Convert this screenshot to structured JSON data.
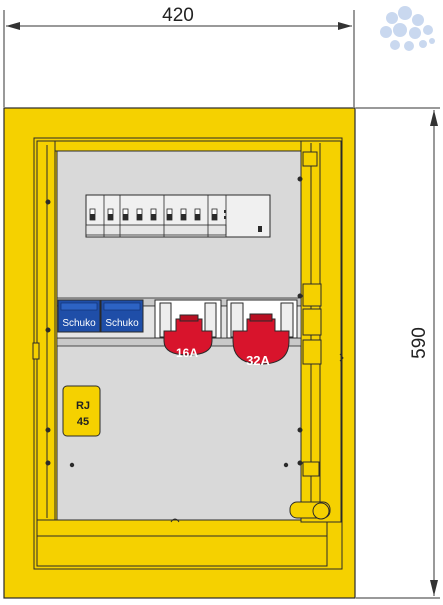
{
  "dimensions": {
    "width_label": "420",
    "height_label": "590"
  },
  "sockets": {
    "schuko_1": "Schuko",
    "schuko_2": "Schuko",
    "cee_small": "16A",
    "cee_large": "32A"
  },
  "data_outlet": {
    "line1": "RJ",
    "line2": "45"
  },
  "logo": {
    "name": "eplan-cloud-logo",
    "color": "#c9d8ef"
  },
  "colors": {
    "enclosure_yellow": "#f5d100",
    "outline": "#2a2a2a",
    "panel_gray": "#d9d9d9",
    "schuko_blue": "#1f4ea8",
    "cee_red": "#d8142c"
  }
}
